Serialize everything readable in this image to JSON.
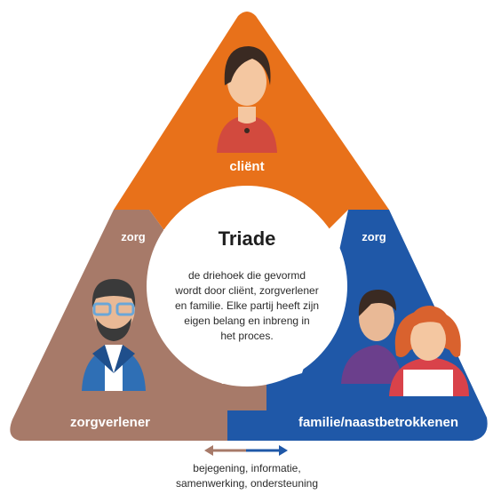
{
  "title": "Triade",
  "description_lines": [
    "de driehoek die gevormd",
    "wordt door cliënt, zorgverlener",
    "en familie. Elke partij heeft zijn",
    "eigen belang en inbreng in",
    "het proces."
  ],
  "client_label": "cliënt",
  "caregiver_label": "zorgverlener",
  "family_label": "familie/naastbetrokkenen",
  "care_left_label": "zorg",
  "care_right_label": "zorg",
  "bottom_lines": [
    "bejegening, informatie,",
    "samenwerking, ondersteuning"
  ],
  "colors": {
    "client": "#e8711a",
    "caregiver": "#a77a69",
    "family": "#1f58a8",
    "circle": "#ffffff"
  }
}
